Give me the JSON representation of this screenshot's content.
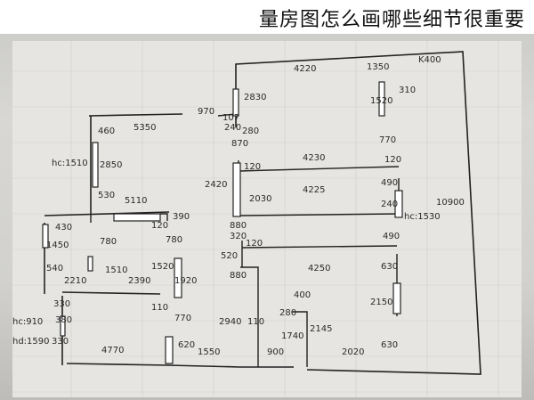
{
  "header": {
    "title": "量房图怎么画哪些细节很重要"
  },
  "labels": {
    "l_4220": "4220",
    "l_1350": "1350",
    "l_k400": "K400",
    "l_2830": "2830",
    "l_970": "970",
    "l_107": "107",
    "l_240": "240",
    "l_280": "280",
    "l_870": "870",
    "l_1520": "1520",
    "l_310": "310",
    "l_770a": "770",
    "l_5350": "5350",
    "l_460": "460",
    "l_hc1510": "hc:1510",
    "l_2850": "2850",
    "l_530": "530",
    "l_5110": "5110",
    "l_120a": "120",
    "l_4230": "4230",
    "l_120b": "120",
    "l_2420": "2420",
    "l_4225": "4225",
    "l_490a": "490",
    "l_2030": "2030",
    "l_10900": "10900",
    "l_hc1530": "hc:1530",
    "l_240b": "240",
    "l_490b": "490",
    "l_120c": "120",
    "l_390": "390",
    "l_880": "880",
    "l_320": "320",
    "l_120d": "120",
    "l_430": "430",
    "l_780a": "780",
    "l_780b": "780",
    "l_1450": "1450",
    "l_520": "520",
    "l_4250": "4250",
    "l_630a": "630",
    "l_880b": "880",
    "l_540": "540",
    "l_2210": "2210",
    "l_1510": "1510",
    "l_2390": "2390",
    "l_1520b": "1520",
    "l_1920": "1920",
    "l_400": "400",
    "l_110": "110",
    "l_770b": "770",
    "l_2150": "2150",
    "l_2940": "2940",
    "l_110b": "110",
    "l_280b": "280",
    "l_2145": "2145",
    "l_330": "330",
    "l_hc910": "hc:910",
    "l_380": "380",
    "l_hd1590": "hd:1590",
    "l_330b": "330",
    "l_4770": "4770",
    "l_620": "620",
    "l_1550": "1550",
    "l_1740": "1740",
    "l_900": "900",
    "l_2020": "2020",
    "l_630b": "630"
  }
}
